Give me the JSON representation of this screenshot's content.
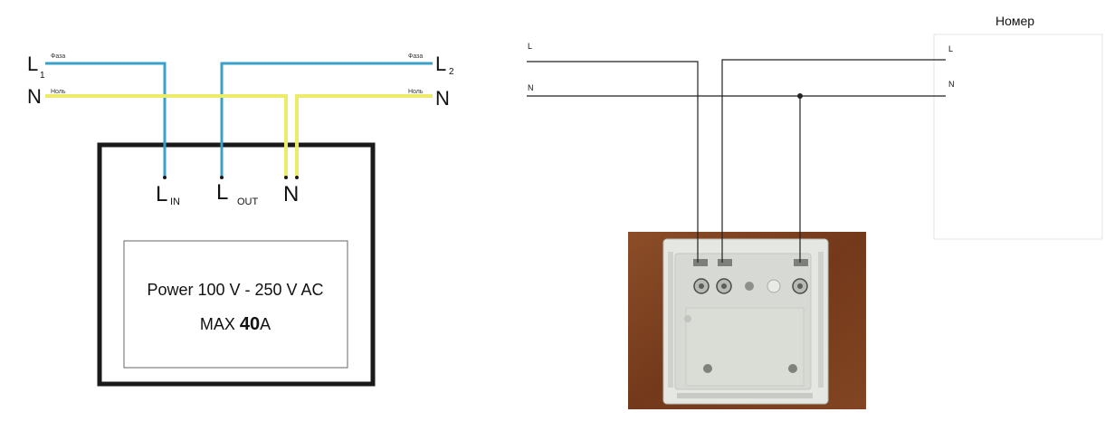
{
  "left_diagram": {
    "terminals": {
      "l1": "L",
      "l1_sub": "1",
      "l2": "L",
      "l2_sub": "2",
      "n_left": "N",
      "n_right": "N",
      "phase_left": "Фаза",
      "phase_right": "Фаза",
      "neutral_left": "Ноль",
      "neutral_right": "Ноль"
    },
    "device": {
      "l_in": "L",
      "l_in_sub": "IN",
      "l_out": "L",
      "l_out_sub": "OUT",
      "n": "N",
      "power_text": "Power 100 V - 250 V AC",
      "max_prefix": "MAX ",
      "max_value": "40",
      "max_unit": "A"
    },
    "colors": {
      "phase": "#3aa0c9",
      "neutral": "#ecec6a",
      "frame": "#1a1a1a"
    }
  },
  "right_diagram": {
    "line_l": "L",
    "line_n": "N",
    "room_label": "Номер",
    "room_l": "L",
    "room_n": "N",
    "photo_bg": "#7a3f1f",
    "switch_body": "#e4e7e2"
  }
}
